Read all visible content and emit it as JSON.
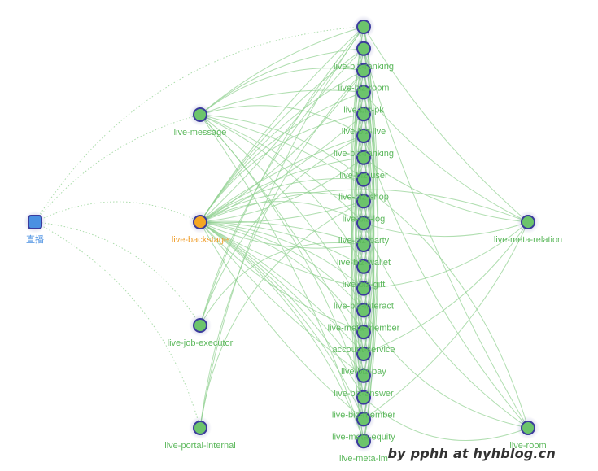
{
  "colors": {
    "edge": "#8fd08f",
    "service_fill": "#6cc46c",
    "service_stroke": "#3b3b9c",
    "service_label": "#5cb85c",
    "root_fill": "#4a90e2",
    "root_label": "#4a90e2",
    "backstage_fill": "#f5a623",
    "backstage_label": "#f0a030"
  },
  "nodes": [
    {
      "id": "zhibo",
      "label": "直播",
      "kind": "root"
    },
    {
      "id": "live-message",
      "label": "live-message",
      "kind": "service"
    },
    {
      "id": "live-backstage",
      "label": "live-backstage",
      "kind": "backstage"
    },
    {
      "id": "live-job-executor",
      "label": "live-job-executor",
      "kind": "service"
    },
    {
      "id": "live-portal-internal",
      "label": "live-portal-internal",
      "kind": "service"
    },
    {
      "id": "live-meta-relation",
      "label": "live-meta-relation",
      "kind": "service"
    },
    {
      "id": "live-room",
      "label": "live-room",
      "kind": "service"
    },
    {
      "id": "col-00",
      "label": "",
      "kind": "service"
    },
    {
      "id": "col-01",
      "label": "live-biz-ranking",
      "kind": "service"
    },
    {
      "id": "col-02",
      "label": "live-biz-room",
      "kind": "service"
    },
    {
      "id": "col-03",
      "label": "live-biz-pk",
      "kind": "service"
    },
    {
      "id": "col-04",
      "label": "live-biz-live",
      "kind": "service"
    },
    {
      "id": "col-05",
      "label": "live-biz-ranking",
      "kind": "service"
    },
    {
      "id": "col-06",
      "label": "live-biz-user",
      "kind": "service"
    },
    {
      "id": "col-07",
      "label": "live-biz-shop",
      "kind": "service"
    },
    {
      "id": "col-08",
      "label": "live-biz-log",
      "kind": "service"
    },
    {
      "id": "col-09",
      "label": "live-biz-party",
      "kind": "service"
    },
    {
      "id": "col-10",
      "label": "live-biz-wallet",
      "kind": "service"
    },
    {
      "id": "col-11",
      "label": "live-biz-gift",
      "kind": "service"
    },
    {
      "id": "col-12",
      "label": "live-biz-interact",
      "kind": "service"
    },
    {
      "id": "col-13",
      "label": "live-meta-member",
      "kind": "service"
    },
    {
      "id": "col-14",
      "label": "account-service",
      "kind": "service"
    },
    {
      "id": "col-15",
      "label": "live-biz-pay",
      "kind": "service"
    },
    {
      "id": "col-16",
      "label": "live-biz-answer",
      "kind": "service"
    },
    {
      "id": "col-17",
      "label": "live-biz-member",
      "kind": "service"
    },
    {
      "id": "col-18",
      "label": "live-meta-equity",
      "kind": "service"
    },
    {
      "id": "col-19",
      "label": "live-meta-im",
      "kind": "service"
    }
  ],
  "watermark": "by pphh at hyhblog.cn"
}
